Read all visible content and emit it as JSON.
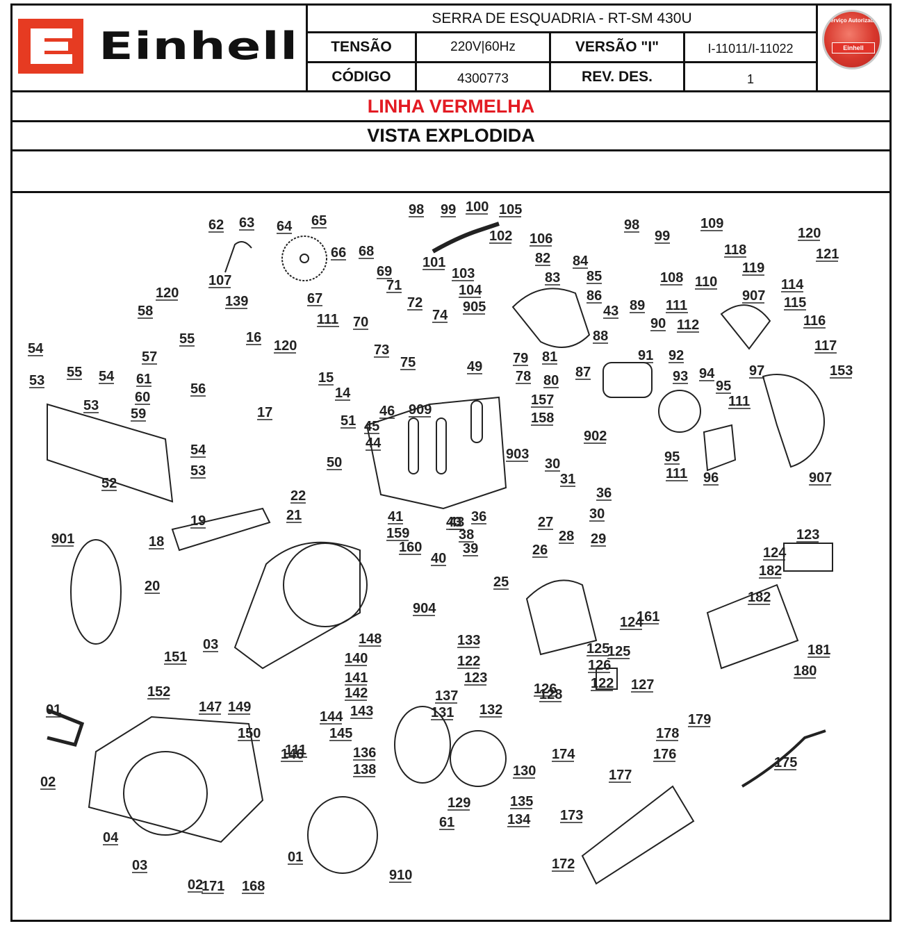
{
  "header": {
    "brand": "Einhell",
    "logo_icon": "einhell-e-logo-icon",
    "badge_text": "Einhell",
    "badge_caption": "Serviço Autorizado",
    "title": "SERRA DE ESQUADRIA - RT-SM 430U",
    "tensao_label": "TENSÃO",
    "tensao_value": "220V|60Hz",
    "versao_label": "VERSÃO \"I\"",
    "versao_value": "I-11011/I-11022",
    "codigo_label": "CÓDIGO",
    "codigo_value": "4300773",
    "rev_label": "REV. DES.",
    "rev_value": "1"
  },
  "banner": {
    "line": "LINHA VERMELHA",
    "line_color": "#e31b23",
    "view": "VISTA EXPLODIDA"
  },
  "diagram": {
    "labels": [
      "62",
      "63",
      "64",
      "65",
      "66",
      "68",
      "67",
      "69",
      "111",
      "71",
      "72",
      "70",
      "73",
      "74",
      "75",
      "905",
      "98",
      "99",
      "100",
      "105",
      "101",
      "102",
      "103",
      "104",
      "106",
      "82",
      "84",
      "83",
      "85",
      "86",
      "43",
      "89",
      "90",
      "88",
      "87",
      "91",
      "92",
      "93",
      "94",
      "95",
      "111",
      "907",
      "96",
      "95",
      "111",
      "98",
      "99",
      "109",
      "108",
      "110",
      "111",
      "112",
      "118",
      "120",
      "121",
      "119",
      "114",
      "115",
      "116",
      "117",
      "97",
      "153",
      "907",
      "120",
      "58",
      "107",
      "139",
      "16",
      "120",
      "57",
      "55",
      "54",
      "53",
      "55",
      "54",
      "53",
      "61",
      "60",
      "59",
      "56",
      "52",
      "54",
      "53",
      "15",
      "14",
      "17",
      "51",
      "50",
      "46",
      "45",
      "44",
      "909",
      "43",
      "49",
      "79",
      "78",
      "81",
      "80",
      "157",
      "158",
      "902",
      "903",
      "30",
      "36",
      "31",
      "30",
      "41",
      "159",
      "160",
      "40",
      "43",
      "36",
      "38",
      "39",
      "26",
      "27",
      "28",
      "29",
      "25",
      "22",
      "21",
      "19",
      "18",
      "20",
      "901",
      "904",
      "148",
      "03",
      "151",
      "152",
      "147",
      "149",
      "150",
      "140",
      "141",
      "142",
      "143",
      "144",
      "145",
      "111",
      "146",
      "01",
      "02",
      "04",
      "03",
      "02",
      "01",
      "910",
      "136",
      "138",
      "137",
      "131",
      "132",
      "130",
      "129",
      "61",
      "135",
      "134",
      "133",
      "122",
      "123",
      "124",
      "126",
      "125",
      "127",
      "161",
      "128",
      "125",
      "126",
      "122",
      "123",
      "124",
      "182",
      "182",
      "181",
      "180",
      "179",
      "178",
      "176",
      "175",
      "174",
      "177",
      "173",
      "172",
      "171",
      "168"
    ]
  }
}
